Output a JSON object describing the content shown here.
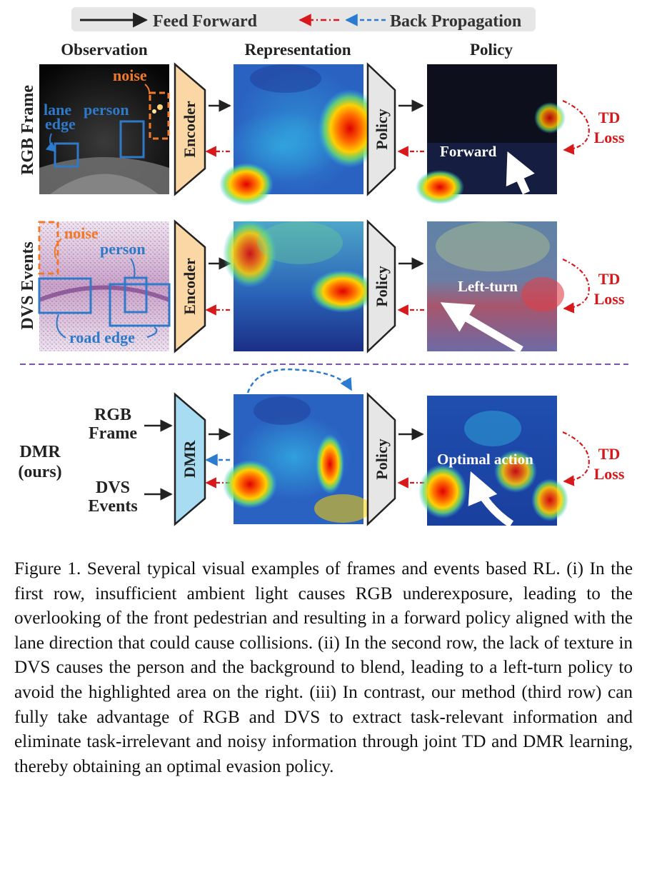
{
  "legend": {
    "feed_forward": "Feed Forward",
    "back_propagation": "Back Propagation"
  },
  "columns": {
    "observation": "Observation",
    "representation": "Representation",
    "policy": "Policy"
  },
  "rows": [
    {
      "label": "RGB Frame",
      "module": "Encoder",
      "policy_module": "Policy",
      "action": "Forward",
      "loss": [
        "TD",
        "Loss"
      ],
      "annotations": {
        "noise": "noise",
        "lane": "lane",
        "edge": "edge",
        "person": "person"
      }
    },
    {
      "label": "DVS Events",
      "module": "Encoder",
      "policy_module": "Policy",
      "action": "Left-turn",
      "loss": [
        "TD",
        "Loss"
      ],
      "annotations": {
        "noise": "noise",
        "person": "person",
        "road_edge": "road edge"
      }
    },
    {
      "label": [
        "DMR",
        "(ours)"
      ],
      "inputs": [
        [
          "RGB",
          "Frame"
        ],
        [
          "DVS",
          "Events"
        ]
      ],
      "module": "DMR",
      "policy_module": "Policy",
      "action": "Optimal action",
      "loss": [
        "TD",
        "Loss"
      ]
    }
  ],
  "caption": "Figure 1. Several typical visual examples of frames and events based RL. (i) In the first row, insufficient ambient light causes RGB underexposure, leading to the overlooking of the front pedestrian and resulting in a forward policy aligned with the lane direction that could cause collisions. (ii) In the second row, the lack of texture in DVS causes the person and the background to blend, leading to a left-turn policy to avoid the highlighted area on the right. (iii) In contrast, our method (third row) can fully take advantage of RGB and DVS to extract task-relevant information and eliminate task-irrelevant and noisy information through joint TD and DMR learning, thereby obtaining an optimal evasion policy.",
  "colors": {
    "feed_forward": "#222222",
    "back_prop_red": "#d7191c",
    "back_prop_blue": "#2b7bd0",
    "annotation_blue": "#2f79c9",
    "noise_orange": "#f07a2a",
    "encoder_fill": "#fbd7a6",
    "dmr_fill": "#a7dcf3",
    "policy_fill": "#e6e6e6",
    "divider": "#7b4fc9"
  }
}
